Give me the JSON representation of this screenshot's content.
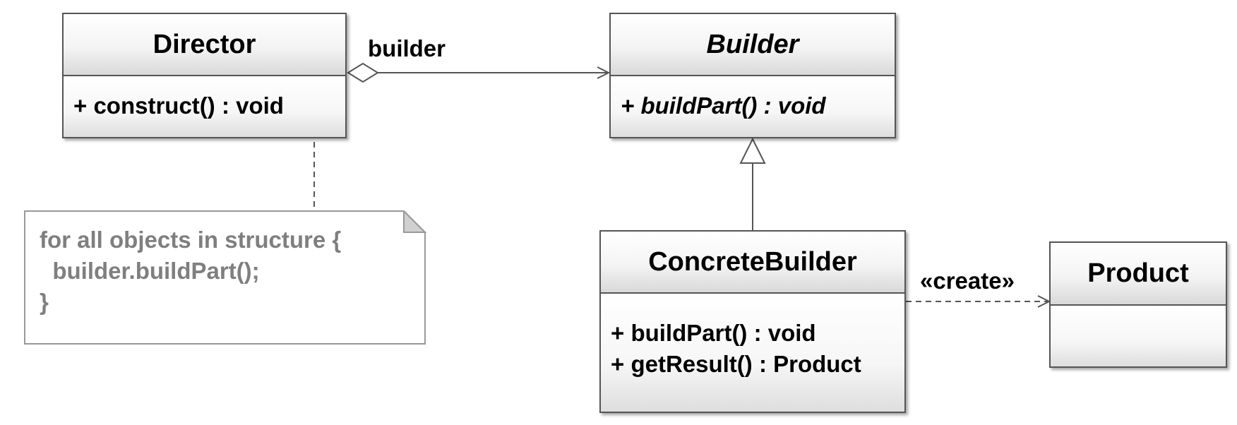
{
  "classes": {
    "director": {
      "name": "Director",
      "ops": [
        "+ construct() : void"
      ]
    },
    "builder": {
      "name": "Builder",
      "ops": [
        "+ buildPart() : void"
      ]
    },
    "concrete_builder": {
      "name": "ConcreteBuilder",
      "ops": [
        "+ buildPart() : void",
        "+ getResult() : Product"
      ]
    },
    "product": {
      "name": "Product",
      "ops": []
    }
  },
  "associations": {
    "aggregation_label": "builder",
    "dependency_label": "«create»"
  },
  "note": {
    "text": "for all objects in structure {\n  builder.buildPart();\n}"
  }
}
